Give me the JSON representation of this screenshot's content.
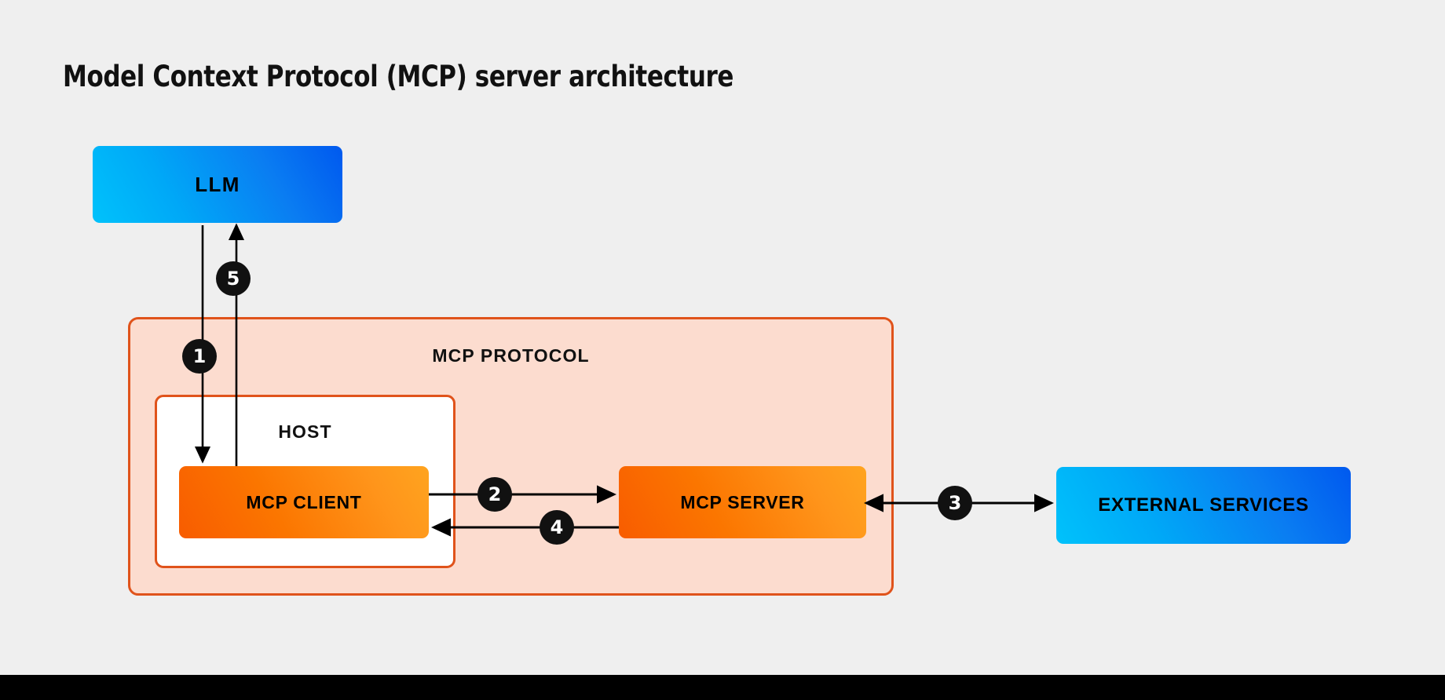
{
  "page": {
    "title": "Model Context Protocol (MCP) server architecture",
    "background_color": "#efefef",
    "bottom_bar_color": "#000000"
  },
  "colors": {
    "blue_gradient_start": "#00c2fb",
    "blue_gradient_end": "#0059ef",
    "orange_gradient_start": "#f85c00",
    "orange_gradient_end": "#ffa41f",
    "protocol_fill": "#fcdccf",
    "protocol_border": "#e0531b",
    "host_fill": "#ffffff",
    "badge_fill": "#111111",
    "badge_text": "#ffffff",
    "arrow_color": "#000000"
  },
  "nodes": {
    "llm": {
      "label": "LLM"
    },
    "protocol": {
      "label": "MCP PROTOCOL"
    },
    "host": {
      "label": "HOST"
    },
    "mcp_client": {
      "label": "MCP CLIENT"
    },
    "mcp_server": {
      "label": "MCP SERVER"
    },
    "external_services": {
      "label": "EXTERNAL SERVICES"
    }
  },
  "badges": {
    "one": "1",
    "two": "2",
    "three": "3",
    "four": "4",
    "five": "5"
  },
  "flows": [
    {
      "step": "1",
      "from": "LLM",
      "to": "MCP CLIENT",
      "direction": "down"
    },
    {
      "step": "2",
      "from": "MCP CLIENT",
      "to": "MCP SERVER",
      "direction": "right"
    },
    {
      "step": "3",
      "from": "MCP SERVER",
      "to": "EXTERNAL SERVICES",
      "direction": "bidirectional"
    },
    {
      "step": "4",
      "from": "MCP SERVER",
      "to": "MCP CLIENT",
      "direction": "left"
    },
    {
      "step": "5",
      "from": "MCP CLIENT",
      "to": "LLM",
      "direction": "up"
    }
  ]
}
